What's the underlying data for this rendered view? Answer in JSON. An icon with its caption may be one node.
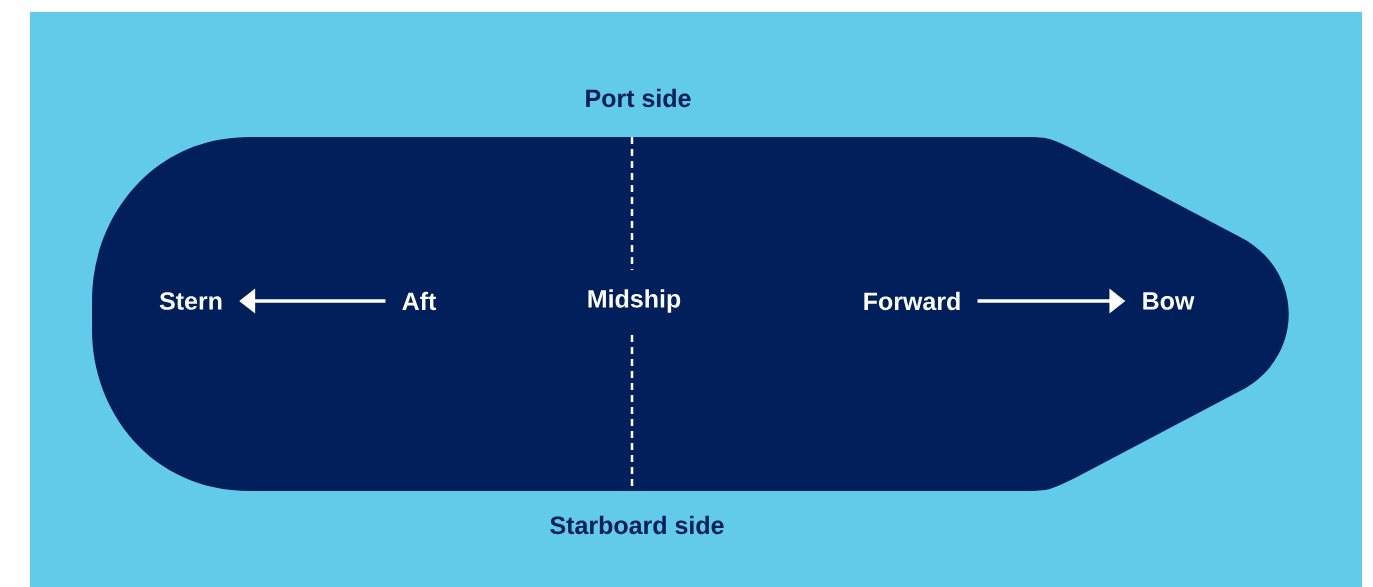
{
  "diagram": {
    "nodes": [
      {
        "text": [
          "Stern"
        ]
      },
      {
        "text": [
          "Aft"
        ]
      },
      {
        "text": [
          "Forward"
        ]
      },
      {
        "text": [
          "Bow"
        ]
      }
    ],
    "edges": [
      {
        "from": 1,
        "to": 0,
        "arrow": "to"
      },
      {
        "from": 2,
        "to": 3,
        "arrow": "to"
      }
    ],
    "labels": [
      "Port side",
      "Midship",
      "Starboard side"
    ]
  }
}
